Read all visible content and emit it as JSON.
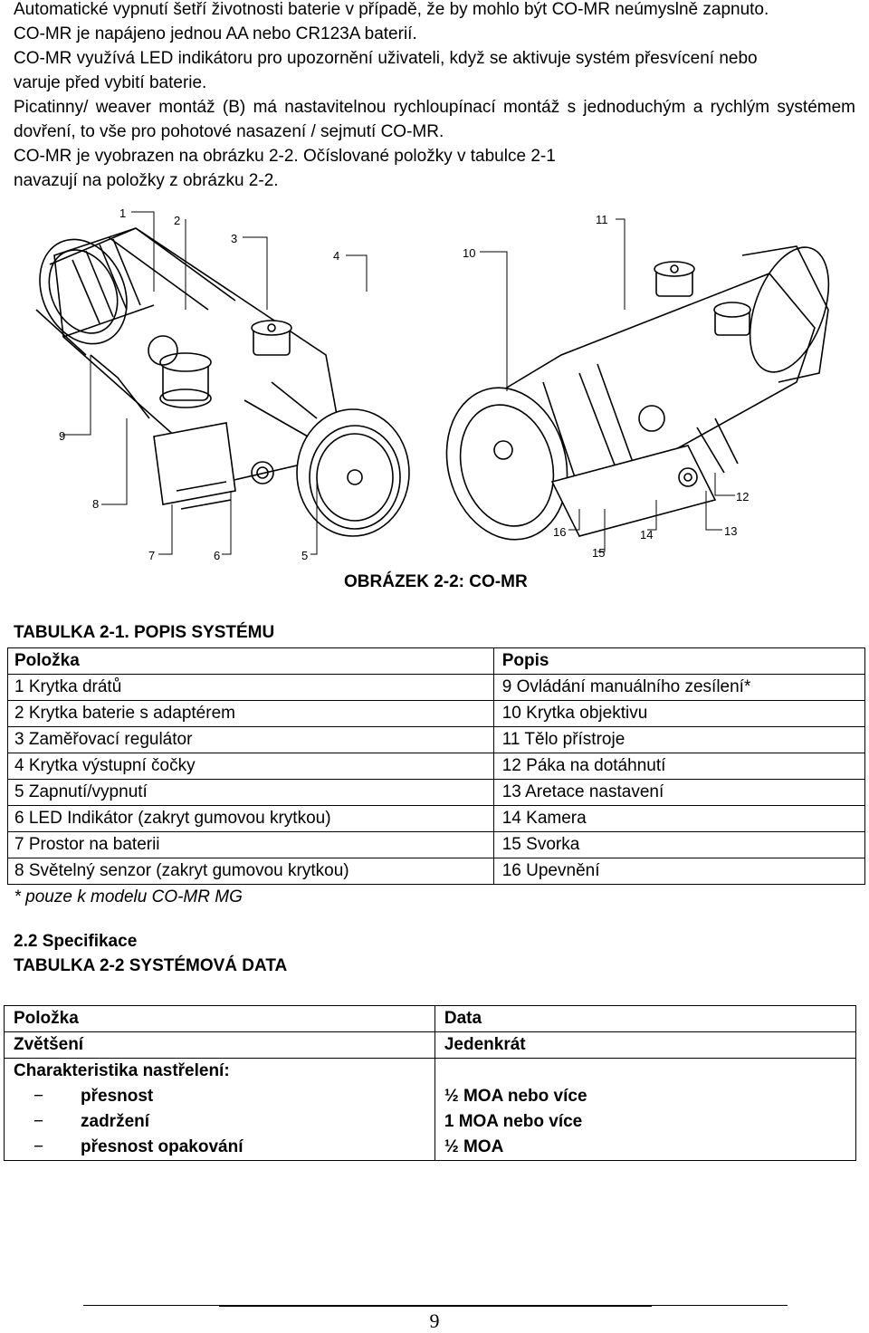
{
  "intro": {
    "p1": "Automatické vypnutí šetří životnosti baterie v případě, že by mohlo být CO-MR neúmyslně zapnuto.",
    "p2": "CO-MR je napájeno jednou AA nebo CR123A baterií.",
    "p3": "CO-MR využívá LED indikátoru pro upozornění uživateli, když se aktivuje systém přesvícení nebo varuje před vybití baterie.",
    "p4": "Picatinny/ weaver montáž (B) má nastavitelnou rychloupínací montáž s jednoduchým a rychlým systémem dovření, to vše pro pohotové nasazení / sejmutí CO-MR.",
    "p5": "CO-MR je vyobrazen na obrázku 2-2. Očíslované položky v tabulce 2-1 navazují na položky z obrázku 2-2."
  },
  "figure": {
    "callouts": [
      "1",
      "2",
      "3",
      "4",
      "5",
      "6",
      "7",
      "8",
      "9",
      "10",
      "11",
      "12",
      "13",
      "14",
      "15",
      "16"
    ],
    "caption": "OBRÁZEK 2-2: CO-MR"
  },
  "table1": {
    "caption": "TABULKA 2-1. POPIS SYSTÉMU",
    "header": [
      "Položka",
      "Popis"
    ],
    "rows": [
      [
        "1 Krytka drátů",
        "9 Ovládání manuálního zesílení*"
      ],
      [
        "2 Krytka baterie s adaptérem",
        "10 Krytka objektivu"
      ],
      [
        "3 Zaměřovací regulátor",
        "11 Tělo přístroje"
      ],
      [
        "4 Krytka výstupní čočky",
        "12 Páka na dotáhnutí"
      ],
      [
        "5 Zapnutí/vypnutí",
        "13 Aretace nastavení"
      ],
      [
        "6 LED Indikátor (zakryt gumovou krytkou)",
        "14 Kamera"
      ],
      [
        "7 Prostor na baterii",
        "15 Svorka"
      ],
      [
        "8 Světelný senzor (zakryt gumovou krytkou)",
        "16 Upevnění"
      ]
    ],
    "note": "* pouze k modelu CO-MR MG"
  },
  "spec": {
    "heading": "2.2 Specifikace",
    "caption": "TABULKA 2-2 SYSTÉMOVÁ DATA"
  },
  "table2": {
    "header": [
      "Položka",
      "Data"
    ],
    "row1": [
      "Zvětšení",
      "Jedenkrát"
    ],
    "char_label": "Charakteristika nastřelení:",
    "dash": "−",
    "items": [
      "přesnost",
      "zadržení",
      "přesnost opakování"
    ],
    "values": [
      "½ MOA nebo více",
      "1 MOA nebo více",
      "½ MOA"
    ]
  },
  "footer": {
    "page_number": "9"
  }
}
